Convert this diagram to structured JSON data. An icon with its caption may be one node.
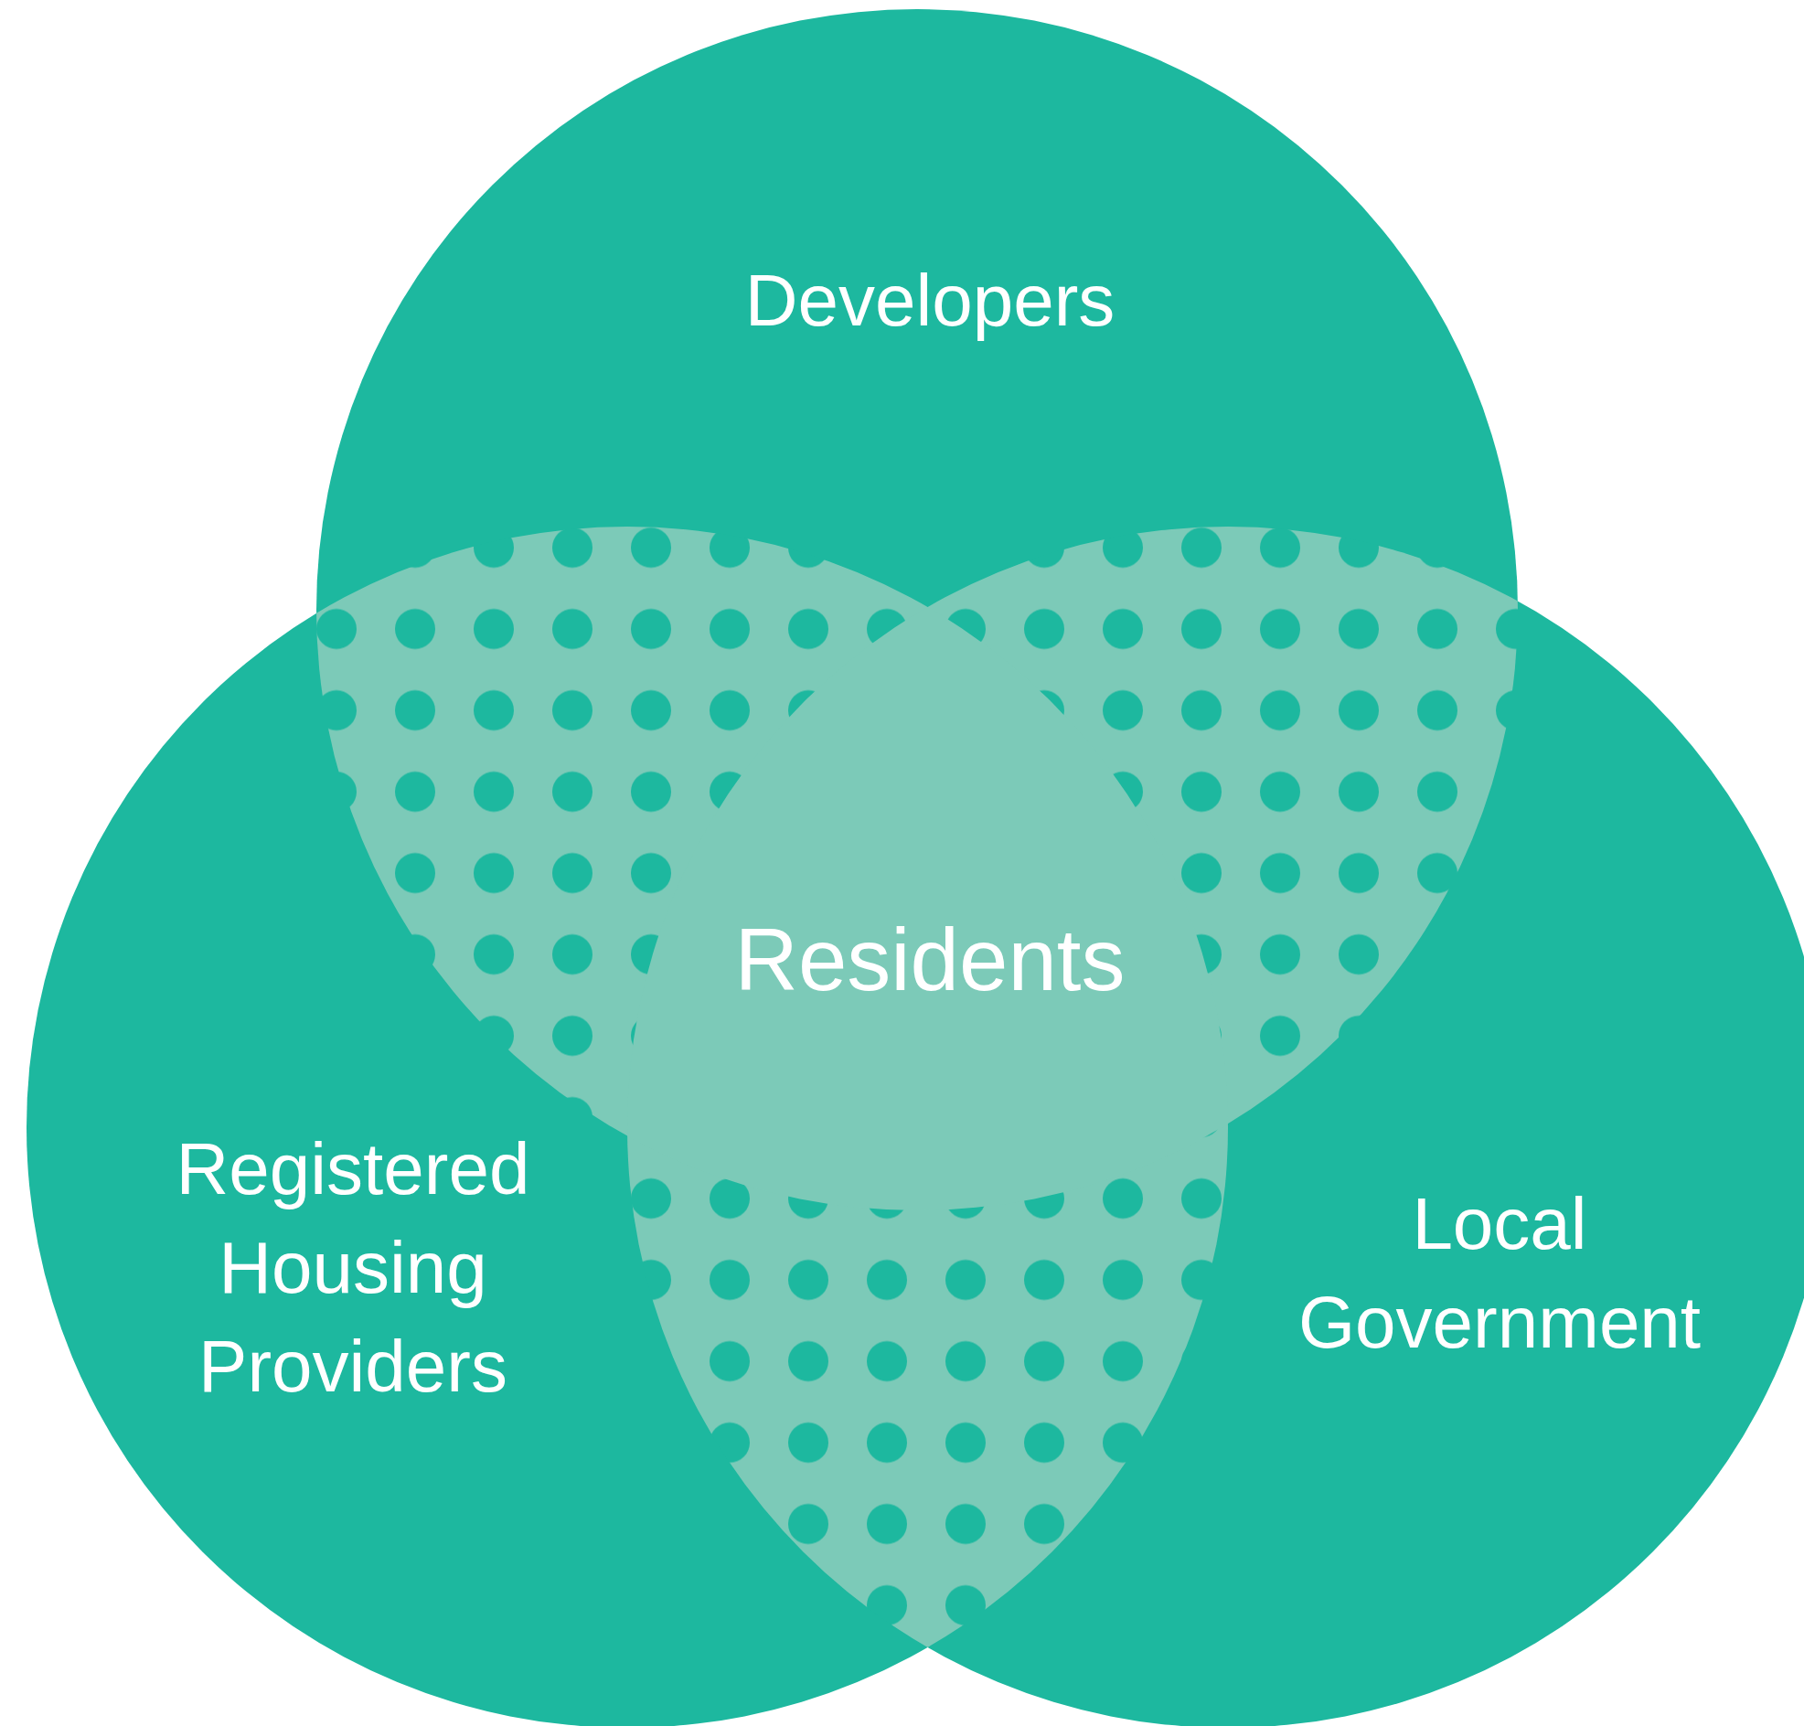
{
  "diagram": {
    "nodes": [
      {
        "text": [
          "Developers"
        ]
      },
      {
        "text": [
          "Registered Housing Providers"
        ]
      },
      {
        "text": [
          "Local Government"
        ]
      },
      {
        "text": [
          "Residents"
        ]
      }
    ]
  }
}
